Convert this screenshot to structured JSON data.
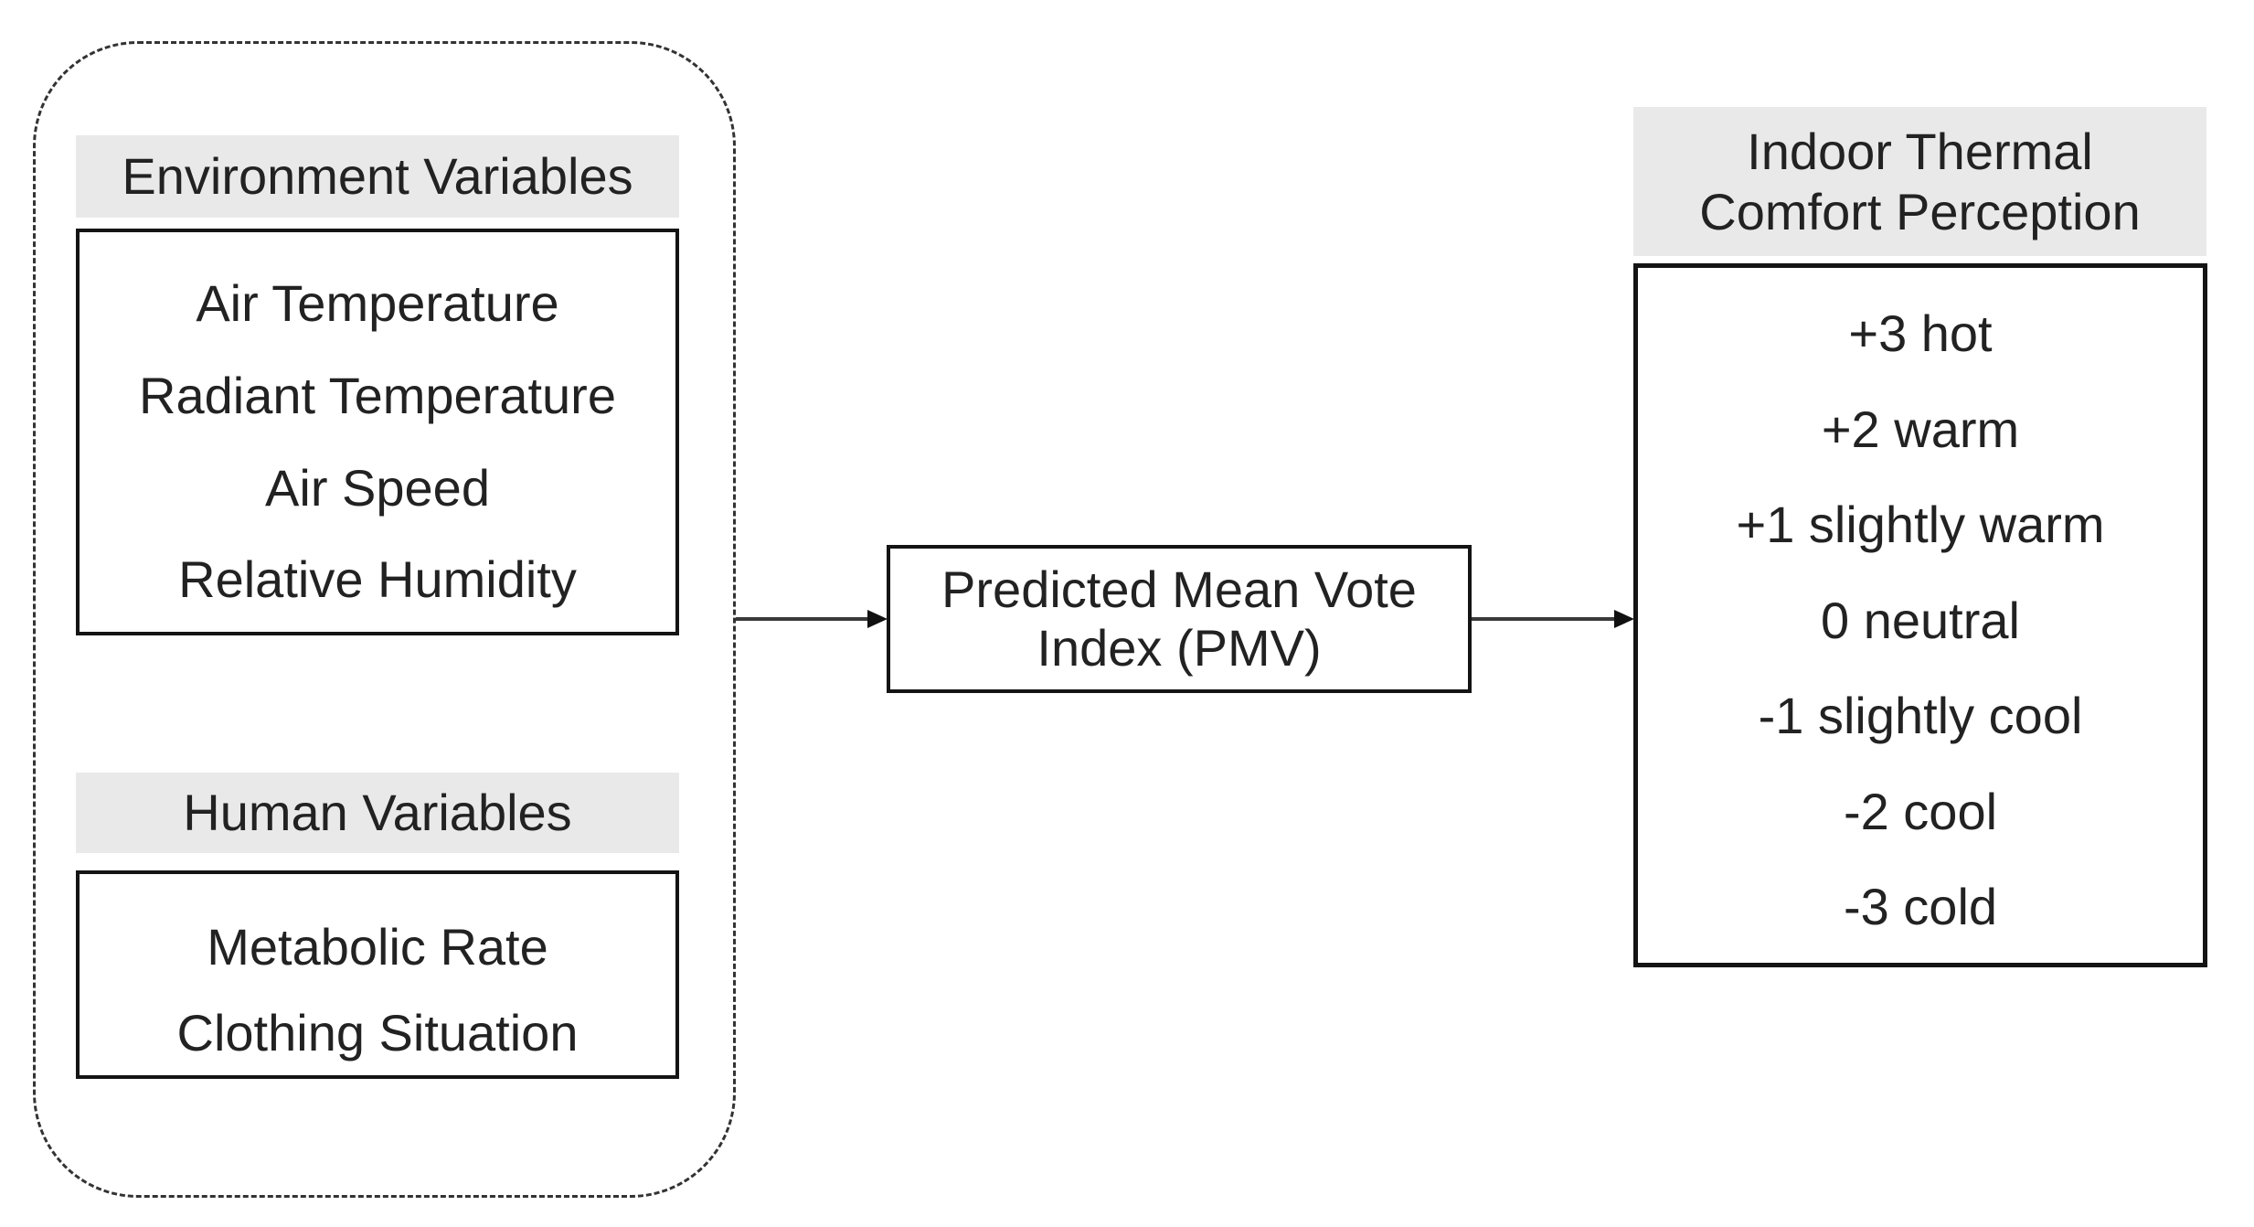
{
  "figure": {
    "background": "#ffffff",
    "text_color": "#222222",
    "band_bg": "#e9e9e9",
    "border_color": "#141414",
    "arrow_color": "#3a3a3a",
    "inputs": {
      "environment": {
        "header": "Environment Variables",
        "items": [
          "Air Temperature",
          "Radiant Temperature",
          "Air Speed",
          "Relative Humidity"
        ]
      },
      "human": {
        "header": "Human Variables",
        "items": [
          "Metabolic Rate",
          "Clothing Situation"
        ]
      }
    },
    "process": {
      "line1": "Predicted Mean Vote",
      "line2": "Index (PMV)"
    },
    "output": {
      "header_line1": "Indoor Thermal",
      "header_line2": "Comfort Perception",
      "items": [
        "+3 hot",
        "+2 warm",
        "+1 slightly warm",
        "0 neutral",
        "-1 slightly cool",
        "-2 cool",
        "-3 cold"
      ]
    },
    "connectors": {
      "inputs_to_pmv": "arrow-right",
      "pmv_to_output": "arrow-right"
    }
  }
}
